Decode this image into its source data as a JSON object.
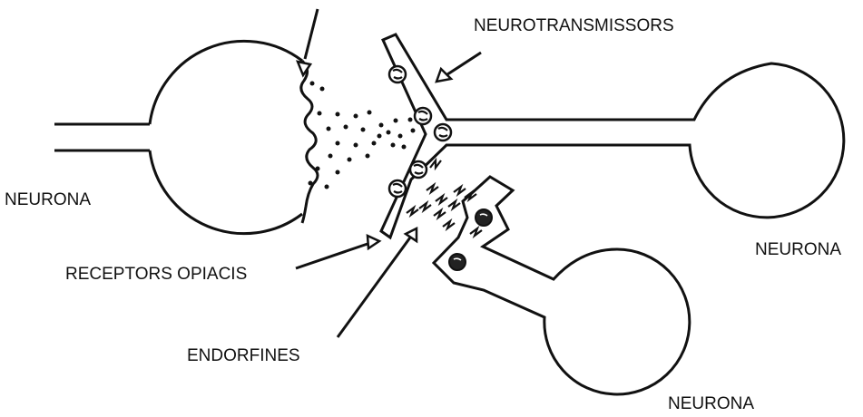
{
  "labels": {
    "neurotransmitters": "NEUROTRANSMISSORS",
    "neuron_left": "NEURONA",
    "neuron_right": "NEURONA",
    "neuron_bottom": "NEURONA",
    "opiate_receptors": "RECEPTORS OPIACIS",
    "endorphins": "ENDORFINES"
  },
  "colors": {
    "ink": "#111111",
    "background": "#ffffff"
  }
}
